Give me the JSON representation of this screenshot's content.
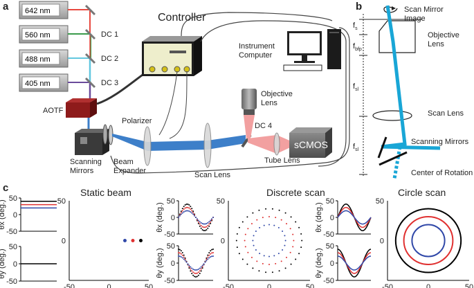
{
  "panels": {
    "a": "a",
    "b": "b",
    "c": "c"
  },
  "panel_a": {
    "lasers": [
      "642 nm",
      "560 nm",
      "488 nm",
      "405 nm"
    ],
    "dichroics": [
      "DC 1",
      "DC 2",
      "DC 3",
      "DC 4"
    ],
    "aotf": "AOTF",
    "controller": "Controller",
    "instrument_computer": [
      "Instrument",
      "Computer"
    ],
    "polarizer": "Polarizer",
    "scanning_mirrors": [
      "Scanning",
      "Mirrors"
    ],
    "beam_expander": [
      "Beam",
      "Expander"
    ],
    "scan_lens": "Scan Lens",
    "objective_lens": [
      "Objective",
      "Lens"
    ],
    "tube_lens": "Tube Lens",
    "camera": "sCMOS",
    "colors": {
      "642": "#e8483f",
      "560": "#3a9b4b",
      "488": "#62c7df",
      "405": "#6a4b9b",
      "beam": "#3d7fc9",
      "aotf": "#8e1b1b"
    }
  },
  "panel_b": {
    "scan_mirror_image": [
      "Scan Mirror",
      "Image"
    ],
    "objective_lens": [
      "Objective",
      "Lens"
    ],
    "scan_lens": "Scan Lens",
    "scanning_mirrors": "Scanning Mirrors",
    "center_of_rotation": "Center of Rotation",
    "distances": [
      "f",
      "f",
      "f",
      "f"
    ],
    "subscripts": [
      "s",
      "bfp",
      "sl",
      "sl"
    ],
    "beam_color": "#19a6d6"
  },
  "panel_c": {
    "titles": [
      "Static beam",
      "Discrete scan",
      "Circle scan"
    ],
    "theta_x": "θx (deg.)",
    "theta_y": "θy (deg.)",
    "ticks_pos": [
      "50",
      "0",
      "-50"
    ],
    "axis_ticks_x": [
      "-50",
      "0",
      "50"
    ],
    "axis_ticks_y": [
      "50",
      "0"
    ],
    "series_colors": [
      "#000000",
      "#e03030",
      "#3048a8"
    ]
  },
  "chart_data": [
    {
      "type": "line",
      "title": "Static beam",
      "ylabel": "θx (deg.)",
      "ylim": [
        -50,
        50
      ],
      "series": [
        {
          "values": [
            40,
            40
          ]
        },
        {
          "values": [
            30,
            30
          ]
        },
        {
          "values": [
            20,
            20
          ]
        }
      ]
    },
    {
      "type": "line",
      "ylabel": "θy (deg.)",
      "ylim": [
        -50,
        50
      ],
      "series": [
        {
          "values": [
            0,
            0
          ]
        }
      ]
    },
    {
      "type": "scatter",
      "xlim": [
        -50,
        50
      ],
      "ylim": [
        -50,
        50
      ],
      "series": [
        {
          "x": [
            40
          ],
          "y": [
            0
          ]
        },
        {
          "x": [
            30
          ],
          "y": [
            0
          ]
        },
        {
          "x": [
            20
          ],
          "y": [
            0
          ]
        }
      ]
    },
    {
      "type": "scatter",
      "title": "Discrete scan",
      "xlim": [
        -50,
        50
      ],
      "ylim": [
        -50,
        50
      ],
      "radii": [
        40,
        30,
        20
      ],
      "points_per_ring": [
        30,
        24,
        20
      ]
    },
    {
      "type": "line",
      "title": "Circle scan",
      "xlim": [
        -50,
        50
      ],
      "ylim": [
        -50,
        50
      ],
      "radii": [
        40,
        30,
        20
      ]
    }
  ]
}
